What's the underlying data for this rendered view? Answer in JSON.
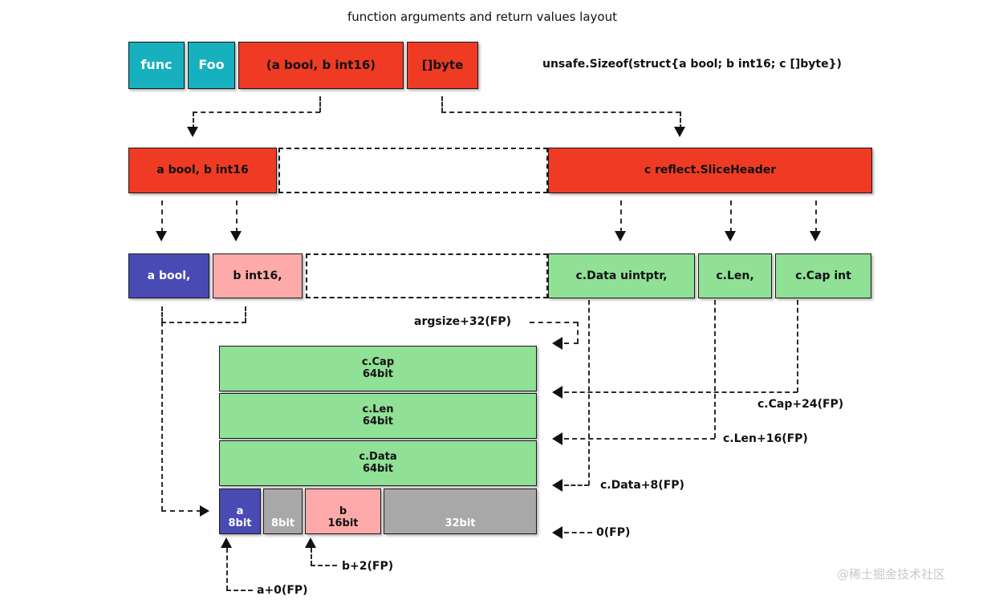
{
  "title": "function arguments and return values layout",
  "sizeof_expression": "unsafe.Sizeof(struct{a bool; b int16; c []byte})",
  "watermark": "@稀土掘金技术社区",
  "colors": {
    "teal": "#16b0be",
    "red": "#ef3b24",
    "purple": "#4a4ab5",
    "pink": "#ffaaaa",
    "green": "#90e096",
    "gray": "#a8a8a8",
    "outline": "#1a1a1a",
    "text_dark": "#111111",
    "text_light": "#ffffff",
    "watermark": "#c9c9c9"
  },
  "signature_row": {
    "boxes": [
      {
        "label": "func",
        "color": "teal"
      },
      {
        "label": "Foo",
        "color": "teal"
      },
      {
        "label": "(a bool, b int16)",
        "color": "red"
      },
      {
        "label": "[]byte",
        "color": "red"
      }
    ]
  },
  "struct_row": {
    "boxes": [
      {
        "label": "a bool, b int16",
        "color": "red"
      },
      {
        "label": "",
        "color": "dashed"
      },
      {
        "label": "c reflect.SliceHeader",
        "color": "red"
      }
    ]
  },
  "field_row": {
    "boxes": [
      {
        "label": "a bool,",
        "color": "purple"
      },
      {
        "label": "b int16,",
        "color": "pink"
      },
      {
        "label": "",
        "color": "dashed"
      },
      {
        "label": "c.Data uintptr,",
        "color": "green"
      },
      {
        "label": "c.Len,",
        "color": "green"
      },
      {
        "label": "c.Cap int",
        "color": "green"
      }
    ]
  },
  "stack_frame": {
    "slots": [
      {
        "name": "c.Cap",
        "size": "64bit",
        "color": "green"
      },
      {
        "name": "c.Len",
        "size": "64bit",
        "color": "green"
      },
      {
        "name": "c.Data",
        "size": "64bit",
        "color": "green"
      }
    ],
    "byte_row": [
      {
        "name": "a",
        "size": "8bit",
        "color": "purple"
      },
      {
        "name": "",
        "size": "8bit",
        "color": "gray"
      },
      {
        "name": "b",
        "size": "16bit",
        "color": "pink"
      },
      {
        "name": "",
        "size": "32bit",
        "color": "gray"
      }
    ]
  },
  "offsets": {
    "argsize": "argsize+32(FP)",
    "cap": "c.Cap+24(FP)",
    "len": "c.Len+16(FP)",
    "data": "c.Data+8(FP)",
    "zero": "0(FP)",
    "b_offset": "b+2(FP)",
    "a_offset": "a+0(FP)"
  }
}
